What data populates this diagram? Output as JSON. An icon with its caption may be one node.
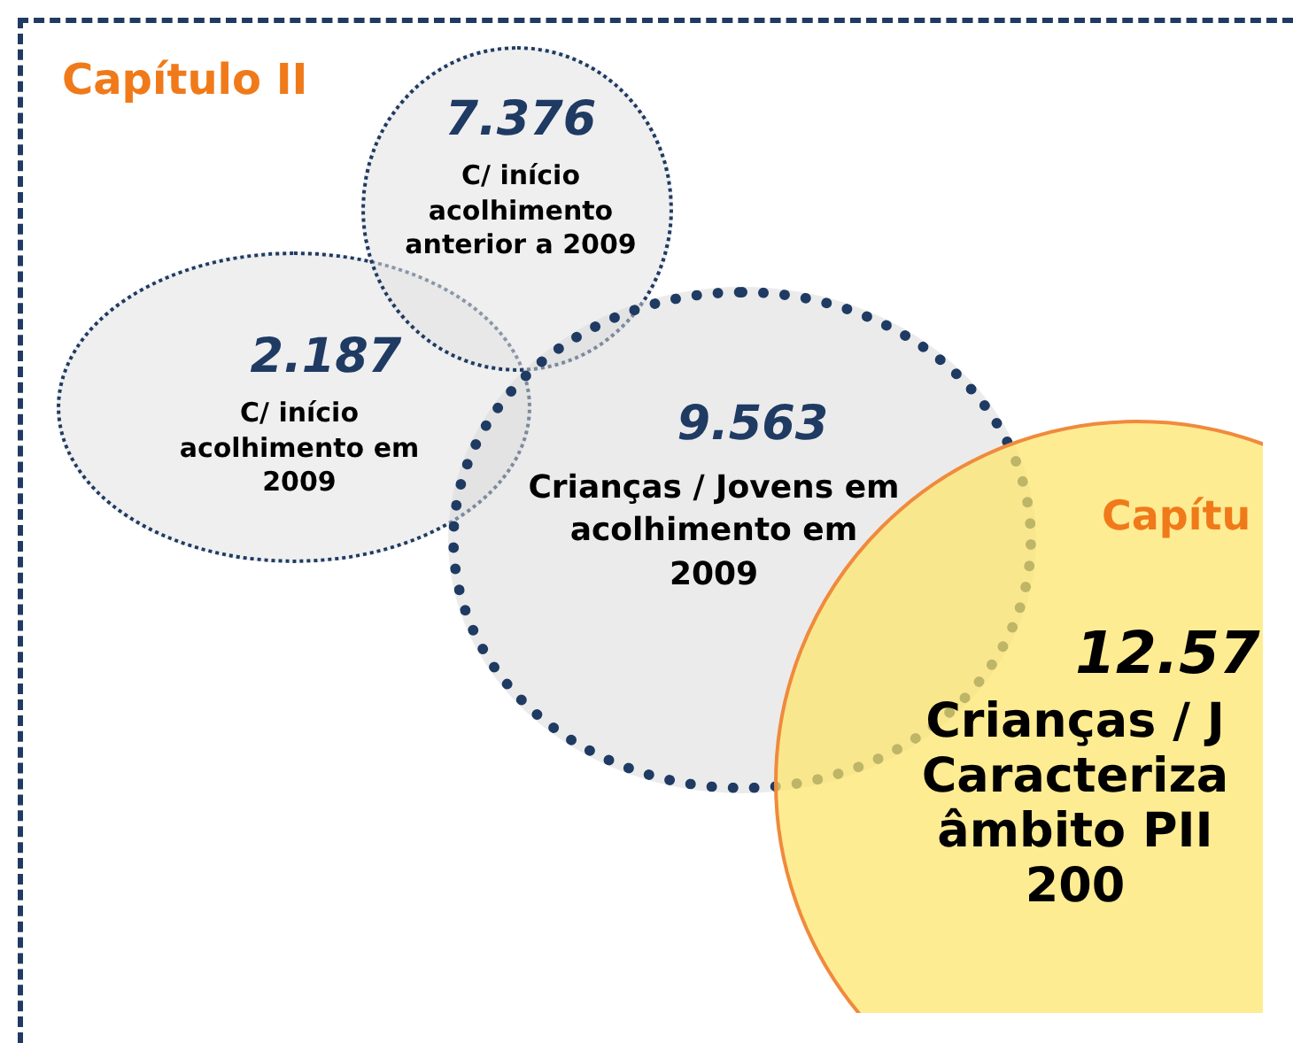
{
  "diagram": {
    "nodes": [
      {
        "text": [
          "Capítulo II"
        ]
      },
      {
        "text": [
          "7.376",
          "C/ início acolhimento anterior a 2009"
        ],
        "in": 0
      },
      {
        "text": [
          "2.187",
          "C/ início acolhimento em 2009"
        ],
        "in": 0
      },
      {
        "text": [
          "9.563",
          "Crianças / Jovens em acolhimento em 2009"
        ],
        "in": 0
      },
      {
        "text": [
          "Capítu",
          "12.57",
          "Crianças / J Caracteriza âmbito PII 200"
        ]
      }
    ]
  }
}
